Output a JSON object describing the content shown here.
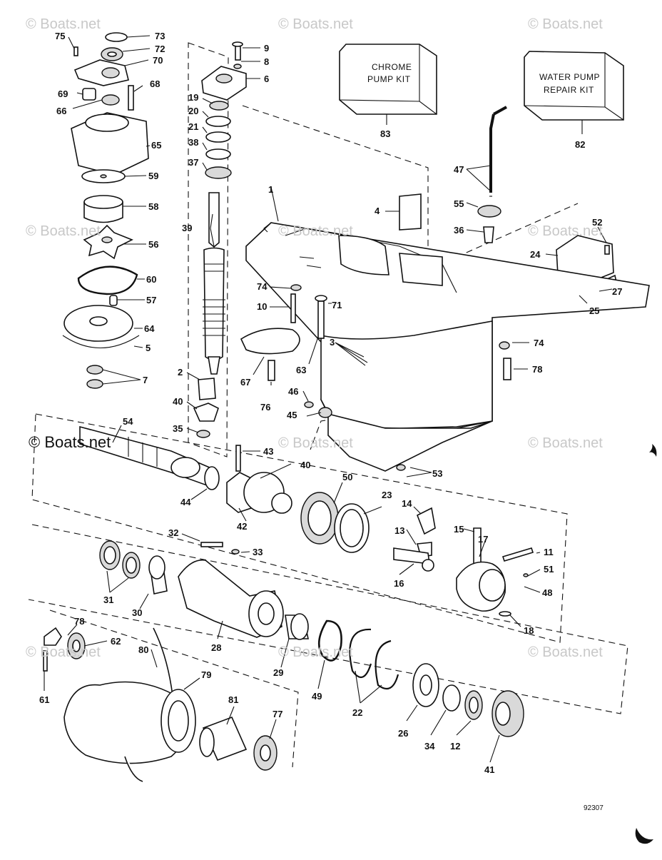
{
  "watermarks": [
    "© Boats.net",
    "© Boats.net",
    "© Boats.net",
    "© Boats.net",
    "© Boats.net",
    "© Boats.net",
    "© Boats.net",
    "© Boats.net",
    "© Boats.net",
    "© Boats.net",
    "© Boats.net",
    "© Boats.net"
  ],
  "watermark_prominent": "© Boats.net",
  "kits": {
    "chrome_line1": "CHROME",
    "chrome_line2": "PUMP KIT",
    "water_line1": "WATER PUMP",
    "water_line2": "REPAIR KIT"
  },
  "diagram_number": "92307",
  "callouts": [
    "75",
    "73",
    "72",
    "70",
    "69",
    "66",
    "68",
    "65",
    "59",
    "58",
    "56",
    "60",
    "57",
    "64",
    "5",
    "7",
    "9",
    "8",
    "6",
    "19",
    "20",
    "21",
    "38",
    "37",
    "39",
    "2",
    "40",
    "35",
    "83",
    "82",
    "47",
    "55",
    "36",
    "52",
    "24",
    "27",
    "25",
    "4",
    "1",
    "74",
    "10",
    "71",
    "63",
    "3",
    "67",
    "76",
    "46",
    "45",
    "74b",
    "78",
    "54",
    "43",
    "40b",
    "50",
    "23",
    "14",
    "13",
    "16",
    "15",
    "17",
    "11",
    "51",
    "48",
    "18",
    "44",
    "42",
    "32",
    "33",
    "31",
    "30",
    "28",
    "29",
    "49",
    "22",
    "26",
    "34",
    "12",
    "41",
    "78b",
    "62",
    "80",
    "79",
    "81",
    "77",
    "61",
    "53"
  ],
  "callout_text": {
    "75": "75",
    "73": "73",
    "72": "72",
    "70": "70",
    "69": "69",
    "66": "66",
    "68": "68",
    "65": "65",
    "59": "59",
    "58": "58",
    "56": "56",
    "60": "60",
    "57": "57",
    "64": "64",
    "5": "5",
    "7": "7",
    "9": "9",
    "8": "8",
    "6": "6",
    "19": "19",
    "20": "20",
    "21": "21",
    "38": "38",
    "37": "37",
    "39": "39",
    "2": "2",
    "40": "40",
    "35": "35",
    "83": "83",
    "82": "82",
    "47": "47",
    "55": "55",
    "36": "36",
    "52": "52",
    "24": "24",
    "27": "27",
    "25": "25",
    "4": "4",
    "1": "1",
    "74": "74",
    "10": "10",
    "71": "71",
    "63": "63",
    "3": "3",
    "67": "67",
    "76": "76",
    "46": "46",
    "45": "45",
    "74b": "74",
    "78": "78",
    "54": "54",
    "43": "43",
    "40b": "40",
    "50": "50",
    "23": "23",
    "14": "14",
    "13": "13",
    "16": "16",
    "15": "15",
    "17": "17",
    "11": "11",
    "51": "51",
    "48": "48",
    "18": "18",
    "44": "44",
    "42": "42",
    "32": "32",
    "33": "33",
    "31": "31",
    "30": "30",
    "28": "28",
    "29": "29",
    "49": "49",
    "22": "22",
    "26": "26",
    "34": "34",
    "12": "12",
    "41": "41",
    "78b": "78",
    "62": "62",
    "80": "80",
    "79": "79",
    "81": "81",
    "77": "77",
    "61": "61",
    "53": "53"
  }
}
